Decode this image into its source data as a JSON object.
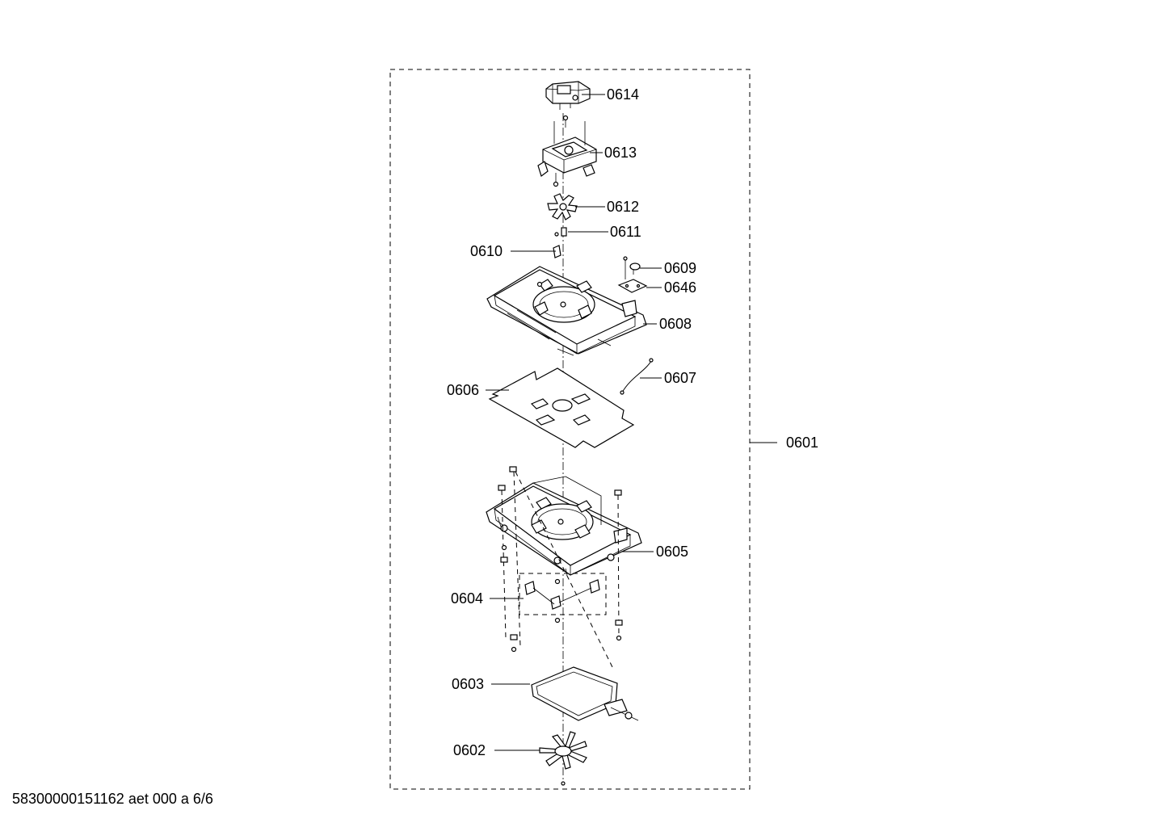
{
  "callouts": [
    {
      "id": "0614",
      "label": "0614"
    },
    {
      "id": "0613",
      "label": "0613"
    },
    {
      "id": "0612",
      "label": "0612"
    },
    {
      "id": "0611",
      "label": "0611"
    },
    {
      "id": "0610",
      "label": "0610"
    },
    {
      "id": "0609",
      "label": "0609"
    },
    {
      "id": "0646",
      "label": "0646"
    },
    {
      "id": "0608",
      "label": "0608"
    },
    {
      "id": "0607",
      "label": "0607"
    },
    {
      "id": "0606",
      "label": "0606"
    },
    {
      "id": "0601",
      "label": "0601"
    },
    {
      "id": "0605",
      "label": "0605"
    },
    {
      "id": "0604",
      "label": "0604"
    },
    {
      "id": "0603",
      "label": "0603"
    },
    {
      "id": "0602",
      "label": "0602"
    }
  ],
  "footer": {
    "text": "58300000151162 aet 000 a 6/6"
  }
}
